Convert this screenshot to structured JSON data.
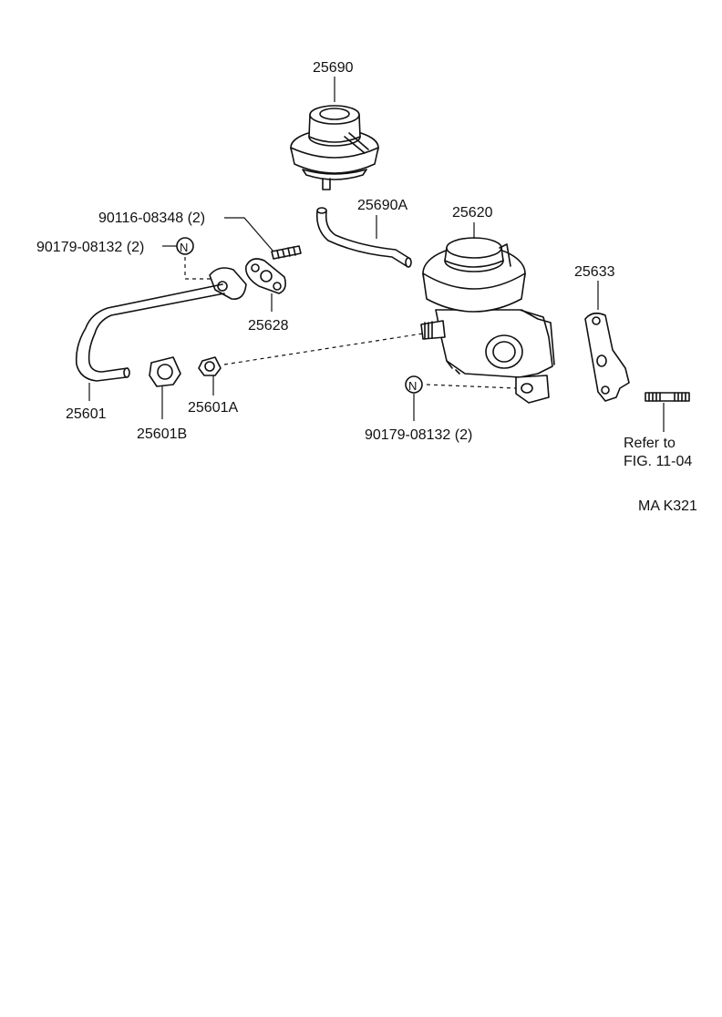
{
  "labels": {
    "p25690": "25690",
    "p25690A": "25690A",
    "p25620": "25620",
    "p25633": "25633",
    "p90116": "90116-08348 (2)",
    "p90179_top": "90179-08132 (2)",
    "p25628": "25628",
    "p25601": "25601",
    "p25601B": "25601B",
    "p25601A": "25601A",
    "p90179_bottom": "90179-08132 (2)",
    "nut_symbol": "N",
    "refer_line1": "Refer  to",
    "refer_line2": "FIG. 11-04",
    "code": "MA  K321"
  }
}
